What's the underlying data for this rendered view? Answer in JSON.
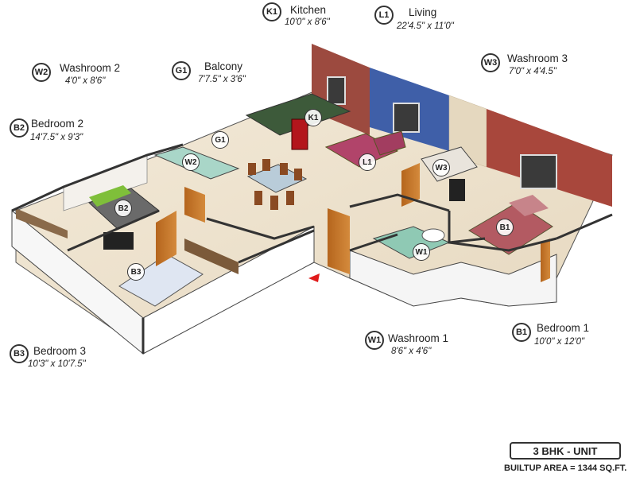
{
  "rooms": {
    "kitchen": {
      "code": "K1",
      "name": "Kitchen",
      "dims": "10'0\" x 8'6\""
    },
    "living": {
      "code": "L1",
      "name": "Living",
      "dims": "22'4.5\" x 11'0\""
    },
    "washroom2": {
      "code": "W2",
      "name": "Washroom 2",
      "dims": "4'0\" x 8'6\""
    },
    "balcony": {
      "code": "G1",
      "name": "Balcony",
      "dims": "7'7.5\" x 3'6\""
    },
    "washroom3": {
      "code": "W3",
      "name": "Washroom 3",
      "dims": "7'0\" x 4'4.5\""
    },
    "bedroom2": {
      "code": "B2",
      "name": "Bedroom 2",
      "dims": "14'7.5\" x 9'3\""
    },
    "bedroom3": {
      "code": "B3",
      "name": "Bedroom 3",
      "dims": "10'3\" x 10'7.5\""
    },
    "washroom1": {
      "code": "W1",
      "name": "Washroom 1",
      "dims": "8'6\" x 4'6\""
    },
    "bedroom1": {
      "code": "B1",
      "name": "Bedroom 1",
      "dims": "10'0\" x 12'0\""
    }
  },
  "unit": {
    "type": "3 BHK - UNIT",
    "area": "BUILTUP AREA = 1344 SQ.FT."
  },
  "colors": {
    "living_wall": "#3f5fa8",
    "kitchen_wall": "#9c4a3f",
    "bedroom1_wall": "#a8473c",
    "entry_arrow": "#e01b1b"
  }
}
